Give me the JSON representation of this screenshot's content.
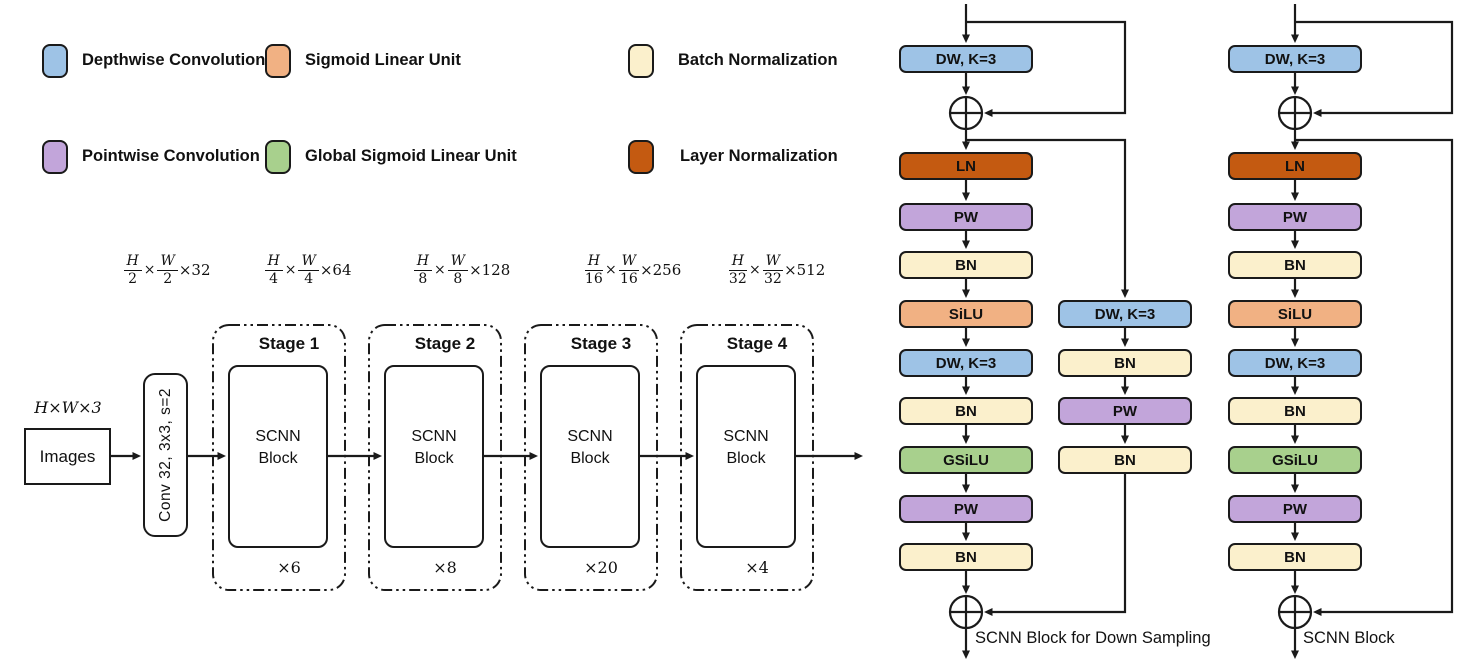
{
  "colors": {
    "dw": "#9EC3E6",
    "silu": "#F1B183",
    "bn": "#FBF0CC",
    "pw": "#C2A5DA",
    "gsilu": "#A8D08D",
    "ln": "#C45A11",
    "line": "#1A1A1A"
  },
  "legend": {
    "items": [
      {
        "label": "Depthwise Convolution",
        "color": "#9EC3E6"
      },
      {
        "label": "Sigmoid Linear Unit",
        "color": "#F1B183"
      },
      {
        "label": "Batch Normalization",
        "color": "#FBF0CC"
      },
      {
        "label": "Pointwise Convolution",
        "color": "#C2A5DA"
      },
      {
        "label": "Global Sigmoid Linear Unit",
        "color": "#A8D08D"
      },
      {
        "label": "Layer Normalization",
        "color": "#C45A11"
      }
    ]
  },
  "pipeline": {
    "input_dim": "H×W×3",
    "input_label": "Images",
    "conv_label": "Conv 32, 3x3, s=2",
    "dims": [
      {
        "n1": "H",
        "d1": "2",
        "op": "×",
        "n2": "W",
        "d2": "2",
        "ch": "×32"
      },
      {
        "n1": "H",
        "d1": "4",
        "op": "×",
        "n2": "W",
        "d2": "4",
        "ch": "×64"
      },
      {
        "n1": "H",
        "d1": "8",
        "op": "×",
        "n2": "W",
        "d2": "8",
        "ch": "×128"
      },
      {
        "n1": "H",
        "d1": "16",
        "op": "×",
        "n2": "W",
        "d2": "16",
        "ch": "×256"
      },
      {
        "n1": "H",
        "d1": "32",
        "op": "×",
        "n2": "W",
        "d2": "32",
        "ch": "×512"
      }
    ],
    "stages": [
      {
        "title": "Stage 1",
        "block_line1": "SCNN",
        "block_line2": "Block",
        "multiplier": "×6"
      },
      {
        "title": "Stage 2",
        "block_line1": "SCNN",
        "block_line2": "Block",
        "multiplier": "×8"
      },
      {
        "title": "Stage 3",
        "block_line1": "SCNN",
        "block_line2": "Block",
        "multiplier": "×20"
      },
      {
        "title": "Stage 4",
        "block_line1": "SCNN",
        "block_line2": "Block",
        "multiplier": "×4"
      }
    ]
  },
  "diagrams": {
    "downsample": {
      "caption": "SCNN Block for Down Sampling",
      "main": [
        {
          "label": "DW, K=3"
        },
        {
          "label": "LN"
        },
        {
          "label": "PW"
        },
        {
          "label": "BN"
        },
        {
          "label": "SiLU"
        },
        {
          "label": "DW, K=3"
        },
        {
          "label": "BN"
        },
        {
          "label": "GSiLU"
        },
        {
          "label": "PW"
        },
        {
          "label": "BN"
        }
      ],
      "side": [
        {
          "label": "DW, K=3"
        },
        {
          "label": "BN"
        },
        {
          "label": "PW"
        },
        {
          "label": "BN"
        }
      ]
    },
    "regular": {
      "caption": "SCNN Block",
      "main": [
        {
          "label": "DW, K=3"
        },
        {
          "label": "LN"
        },
        {
          "label": "PW"
        },
        {
          "label": "BN"
        },
        {
          "label": "SiLU"
        },
        {
          "label": "DW, K=3"
        },
        {
          "label": "BN"
        },
        {
          "label": "GSiLU"
        },
        {
          "label": "PW"
        },
        {
          "label": "BN"
        }
      ]
    }
  }
}
